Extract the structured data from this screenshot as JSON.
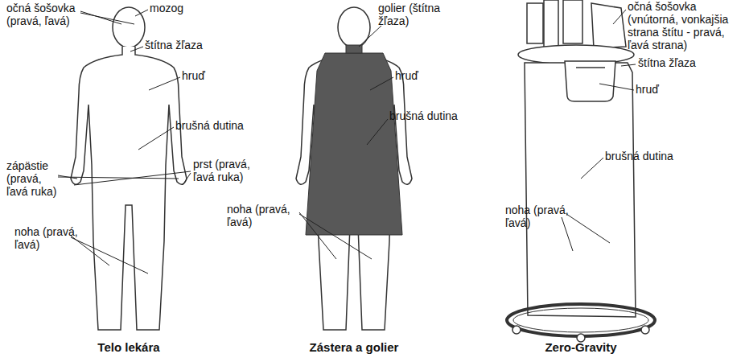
{
  "diagram": {
    "labels": [
      "očná šošovka (pravá, ľavá)",
      "mozog",
      "štítna žľaza",
      "hruď",
      "brušná dutina",
      "zápästie (pravá, ľavá ruka)",
      "prst (pravá, ľavá ruka)",
      "noha (pravá, ľavá)",
      "Telo lekára",
      "golier (štítna žľaza)",
      "hruď",
      "brušná dutina",
      "noha (pravá, ľavá)",
      "Zástera a golier",
      "očná šošovka (vnútorná, vonkajšia strana štítu - pravá, ľavá strana)",
      "štítna žľaza",
      "hruď",
      "brušná dutina",
      "noha (pravá, ľavá)",
      "Zero-Gravity"
    ]
  }
}
